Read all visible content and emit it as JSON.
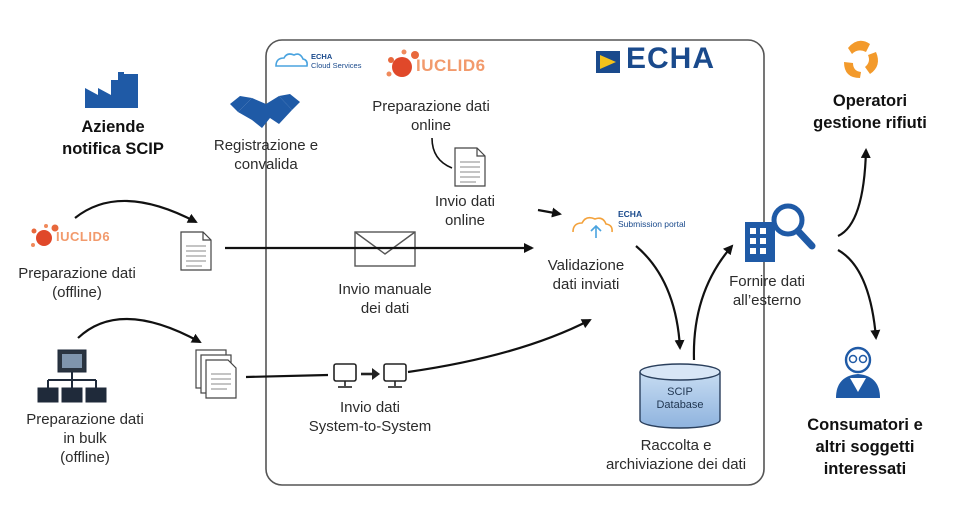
{
  "logos": {
    "echa": "ECHA",
    "echa_cloud_line1": "ECHA",
    "echa_cloud_line2": "Cloud Services",
    "iuclid_online": "IUCLID",
    "iuclid_online_ver": "6",
    "iuclid_offline": "IUCLID",
    "iuclid_offline_ver": "6",
    "portal_line1": "ECHA",
    "portal_line2": "Submission portal"
  },
  "nodes": {
    "companies": {
      "line1": "Aziende",
      "line2": "notifica SCIP"
    },
    "registration": {
      "line1": "Registrazione e",
      "line2": "convalida"
    },
    "online_prep": {
      "line1": "Preparazione dati",
      "line2": "online"
    },
    "online_send": {
      "line1": "Invio dati",
      "line2": "online"
    },
    "offline_prep": {
      "line1": "Preparazione dati",
      "line2": "(offline)"
    },
    "manual_send": {
      "line1": "Invio manuale",
      "line2": "dei dati"
    },
    "validation": {
      "line1": "Validazione",
      "line2": "dati inviati"
    },
    "bulk_prep": {
      "line1": "Preparazione dati",
      "line2": "in bulk",
      "line3": "(offline)"
    },
    "s2s_send": {
      "line1": "Invio dati",
      "line2": "System-to-System"
    },
    "database": {
      "label1": "SCIP",
      "label2": "Database"
    },
    "archive": {
      "line1": "Raccolta e",
      "line2": "archiviazione dei dati"
    },
    "provide": {
      "line1": "Fornire dati",
      "line2": "all’esterno"
    },
    "waste": {
      "line1": "Operatori",
      "line2": "gestione rifiuti"
    },
    "consumers": {
      "line1": "Consumatori e",
      "line2": "altri soggetti",
      "line3": "interessati"
    }
  },
  "colors": {
    "blue": "#1f5aa6",
    "orange": "#f39a2b",
    "iuclid_red": "#e0482a",
    "arrow": "#111111",
    "box_border": "#555555",
    "db_fill": "#a9c6e8"
  }
}
